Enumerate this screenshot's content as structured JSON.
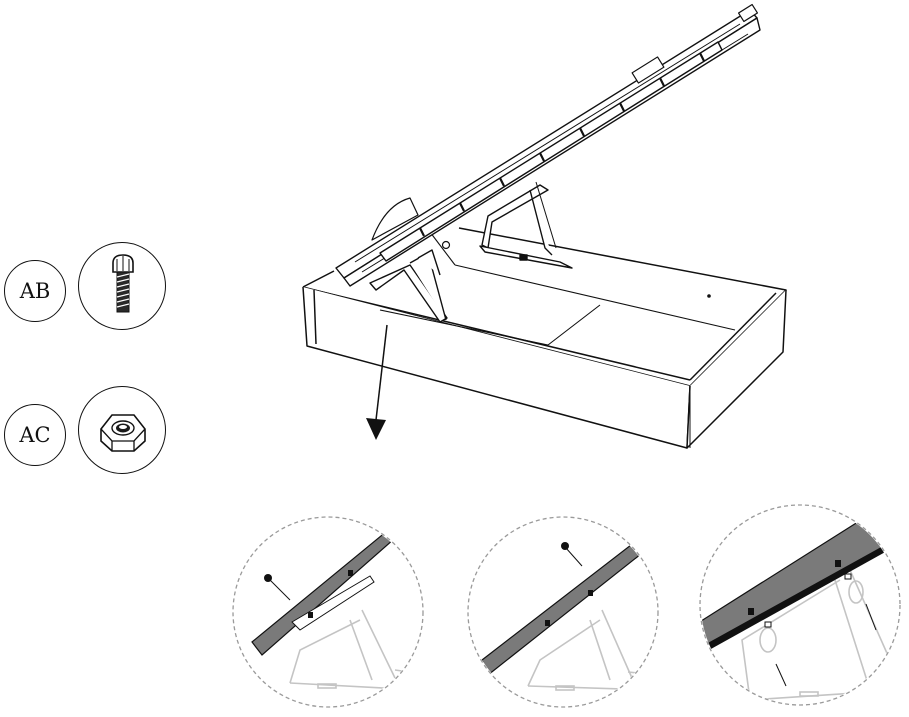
{
  "parts": [
    {
      "code": "AB",
      "name": "bolt-icon"
    },
    {
      "code": "AC",
      "name": "hex-nut-icon"
    }
  ],
  "detail_steps": [
    {
      "marker": "❶"
    },
    {
      "marker": "❷"
    },
    {
      "marker": ""
    }
  ],
  "colors": {
    "line": "#111111",
    "panel": "#7a7a7a",
    "dashed": "#9a9a9a",
    "ghost": "#c4c4c4"
  }
}
